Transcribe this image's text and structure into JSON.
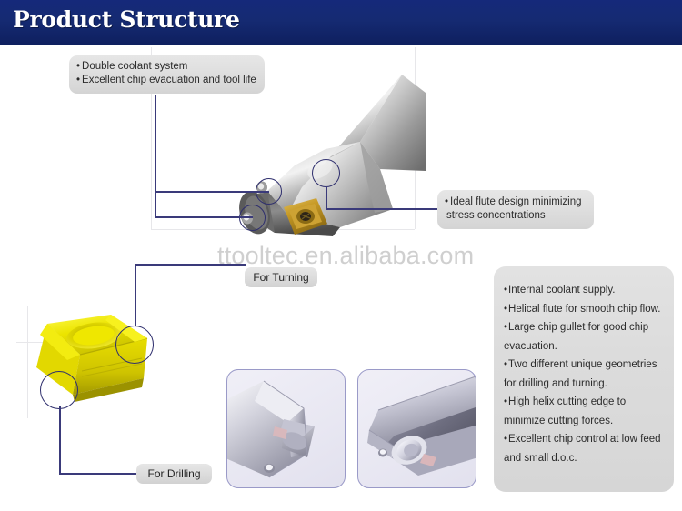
{
  "header": {
    "title": "Product Structure",
    "bg_color": "#15297a",
    "text_color": "#ffffff"
  },
  "watermark": {
    "text": "ttooltec.en.alibaba.com",
    "color": "#cfcfcf"
  },
  "callouts": [
    {
      "name": "coolant-callout",
      "lines": [
        "Double coolant system",
        "Excellent chip evacuation and tool life"
      ]
    },
    {
      "name": "flute-callout",
      "lines": [
        "Ideal flute design minimizing",
        "stress concentrations"
      ]
    }
  ],
  "tags": [
    {
      "name": "for-turning-tag",
      "label": "For Turning"
    },
    {
      "name": "for-drilling-tag",
      "label": "For Drilling"
    }
  ],
  "feature_panel": {
    "bullets": [
      "Internal coolant supply.",
      "Helical flute for smooth chip flow.",
      "Large chip gullet for good chip",
      "evacuation.",
      "Two different unique geometries",
      "for drilling and turning.",
      "High helix cutting edge to",
      "minimize cutting forces.",
      "Excellent chip control at low feed",
      "and small d.o.c."
    ],
    "bullet_flags": [
      true,
      true,
      true,
      false,
      true,
      false,
      true,
      false,
      true,
      false
    ],
    "bullet_char": "•"
  },
  "colors": {
    "navy": "#15297a",
    "leader": "#3a3a7a",
    "ring": "#2f2f6e",
    "insert_yellow": "#e8e000",
    "insert_gold": "#b98e22",
    "steel_light": "#d8d8d8",
    "steel_dark": "#6f6f6f",
    "thumb_border": "#9a9ac8",
    "thumb_bg": "#ecebf4",
    "callout_bg": "#dedede"
  },
  "artwork": {
    "drill_body": "twist-drill-with-indexable-insert",
    "insert": "yellow-carbide-turning-insert",
    "thumb_left": "drill-tip-closeup-turning",
    "thumb_right": "drill-flute-closeup-drilling"
  }
}
